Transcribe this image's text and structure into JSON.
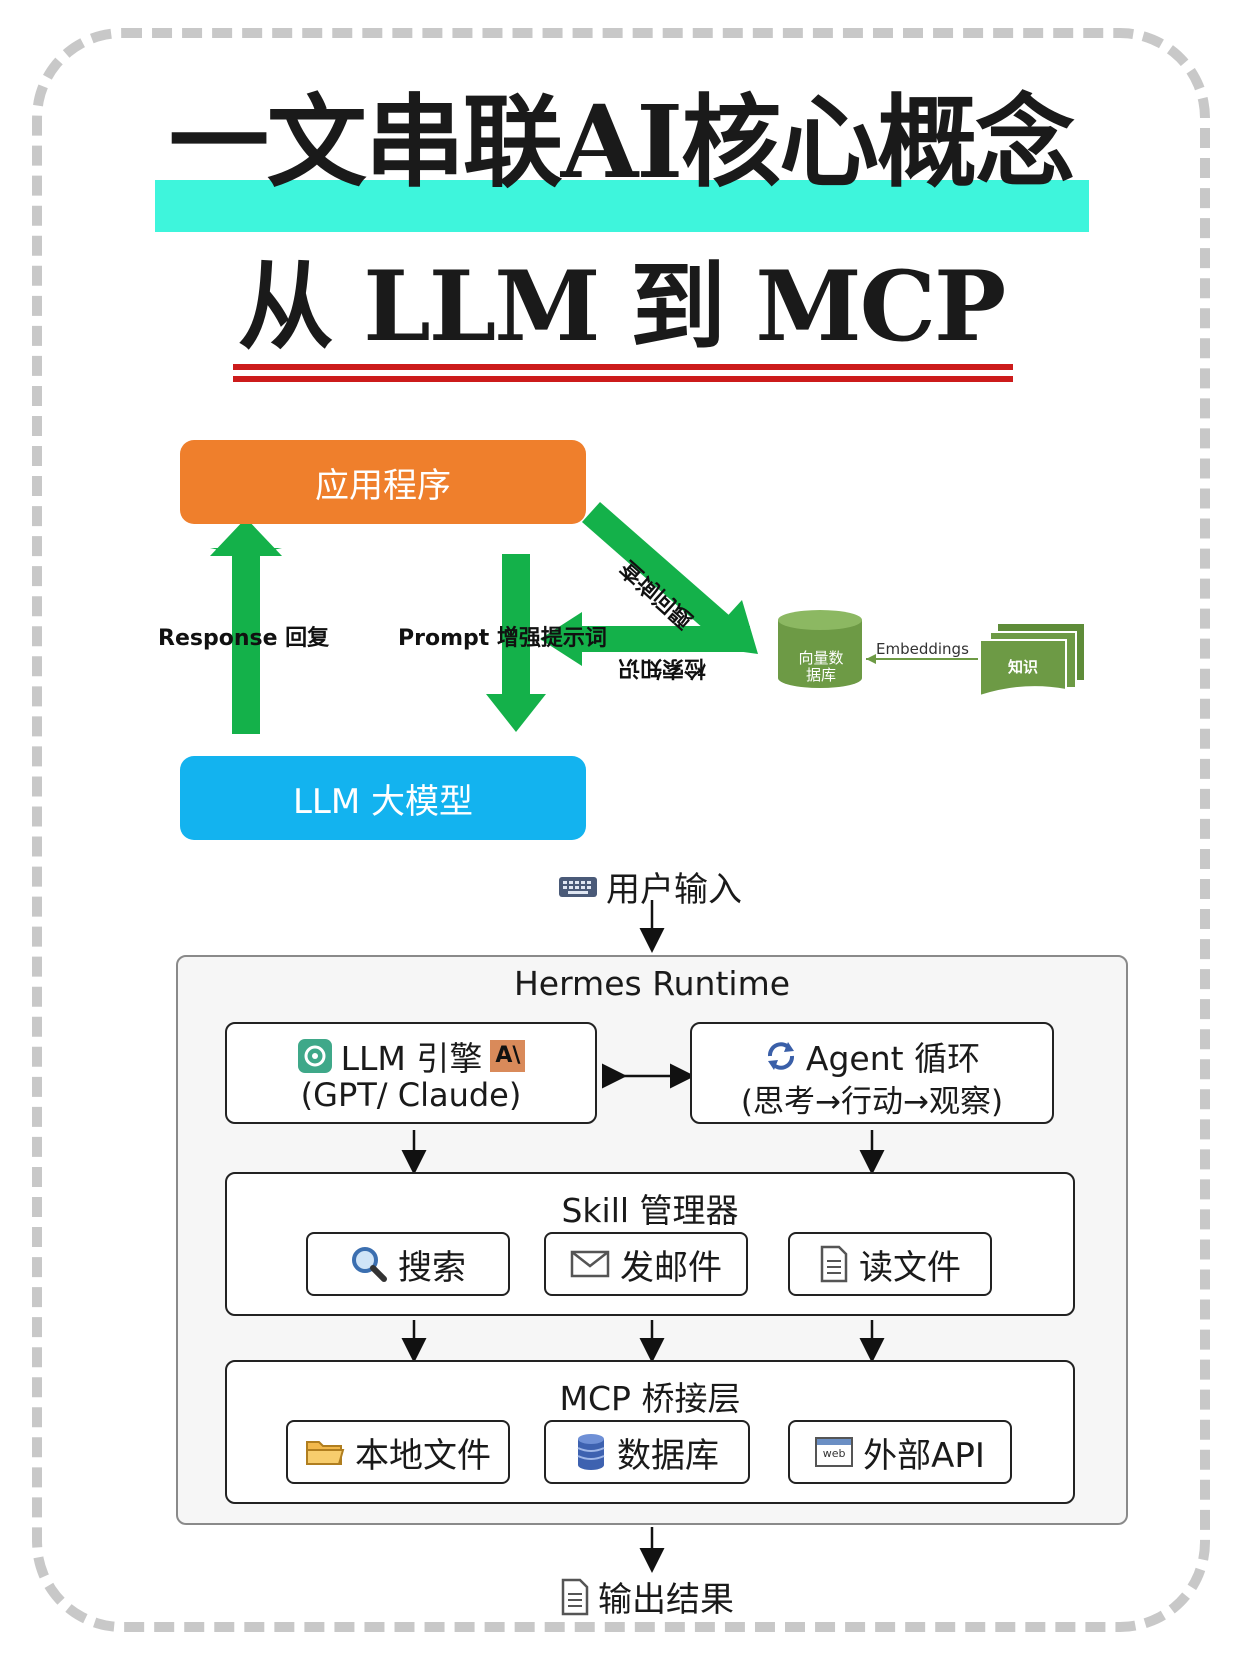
{
  "title": {
    "line1": "一文串联AI核心概念",
    "line2": "从 LLM 到 MCP"
  },
  "rag": {
    "app": "应用程序",
    "llm": "LLM 大模型",
    "response": "Response 回复",
    "prompt": "Prompt 增强提示词",
    "query": "查询问题",
    "retrieve": "检索知识",
    "vector_db": "向量数据库",
    "embeddings": "Embeddings",
    "knowledge": "知识"
  },
  "runtime": {
    "user_input": "用户输入",
    "title": "Hermes Runtime",
    "llm_engine": "LLM 引擎",
    "llm_engine_sub": "(GPT/ Claude)",
    "anthropic_mark": "A\\",
    "agent": "Agent 循环",
    "agent_sub": "(思考→行动→观察)",
    "skill_title": "Skill 管理器",
    "skills": [
      "搜索",
      "发邮件",
      "读文件"
    ],
    "mcp_title": "MCP 桥接层",
    "mcp_items": [
      "本地文件",
      "数据库",
      "外部API"
    ],
    "web_mark": "web",
    "output": "输出结果"
  },
  "colors": {
    "title_highlight": "#3ef5dc",
    "underline": "#cc1b1b",
    "app_box": "#ef7f2c",
    "llm_box": "#13b3ef",
    "arrow_green": "#14b14a",
    "db_green": "#6d9a45"
  }
}
